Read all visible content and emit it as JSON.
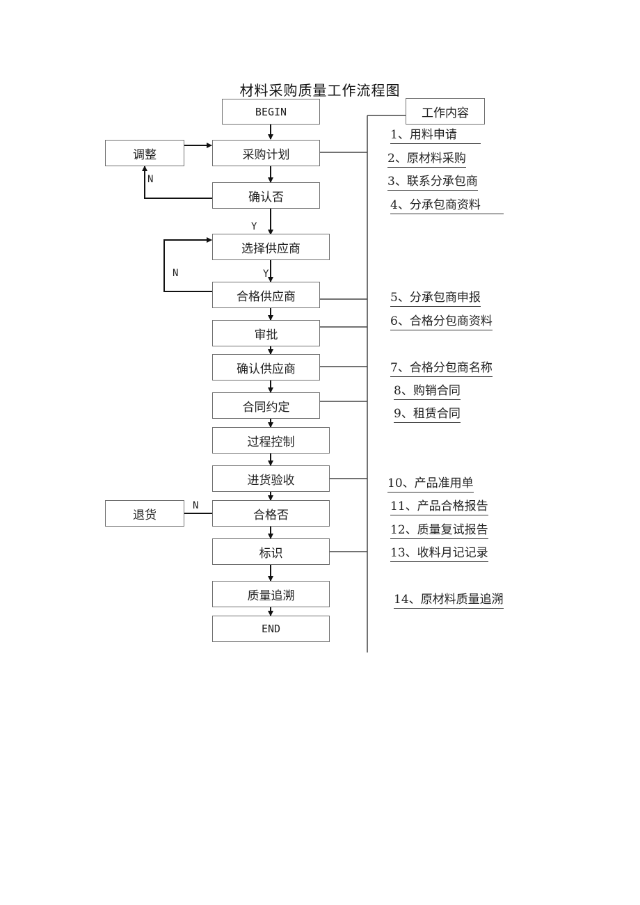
{
  "title": "材料采购质量工作流程图",
  "flow": {
    "begin": "BEGIN",
    "plan": "采购计划",
    "adjust": "调整",
    "confirm": "确认否",
    "select_supplier": "选择供应商",
    "qualified_supplier": "合格供应商",
    "approve": "审批",
    "confirm_supplier": "确认供应商",
    "contract": "合同约定",
    "process_control": "过程控制",
    "acceptance": "进货验收",
    "return": "退货",
    "qualified": "合格否",
    "mark": "标识",
    "trace": "质量追溯",
    "end": "END"
  },
  "labels": {
    "n1": "N",
    "y1": "Y",
    "n2": "N",
    "y2": "Y",
    "n3": "N"
  },
  "work_content": {
    "header": "工作内容",
    "items": [
      "1、用料申请",
      "2、原材料采购",
      "3、联系分承包商",
      "4、分承包商资料",
      "5、分承包商申报",
      "6、合格分包商资料",
      "7、合格分包商名称",
      "8、购销合同",
      "9、租赁合同",
      "10、产品准用单",
      "11、产品合格报告",
      "12、质量复试报告",
      "13、收料月记记录",
      "14、原材料质量追溯"
    ]
  }
}
